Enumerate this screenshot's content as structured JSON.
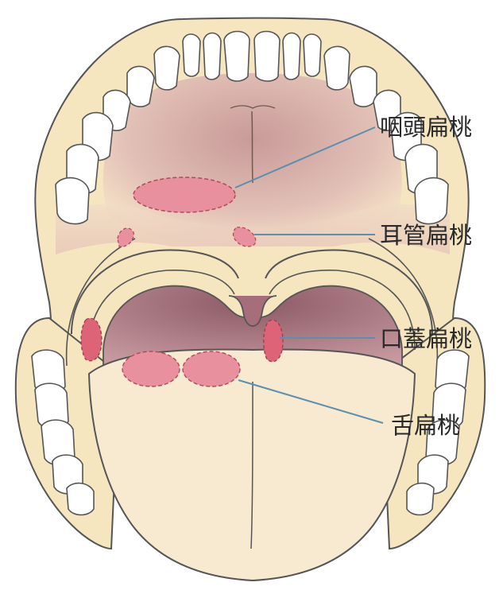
{
  "labels": {
    "pharyngeal": "咽頭扁桃",
    "tubal": "耳管扁桃",
    "palatine": "口蓋扁桃",
    "lingual": "舌扁桃"
  },
  "colors": {
    "skin": "#f5e6c0",
    "outline": "#555555",
    "cavity": "#d8aca8",
    "throat": "#9e6b76",
    "tonsil": "#e9909e",
    "tonsil_strong": "#dd6477",
    "tongue": "#f7ead0",
    "leader_line": "#5b8fb0"
  }
}
